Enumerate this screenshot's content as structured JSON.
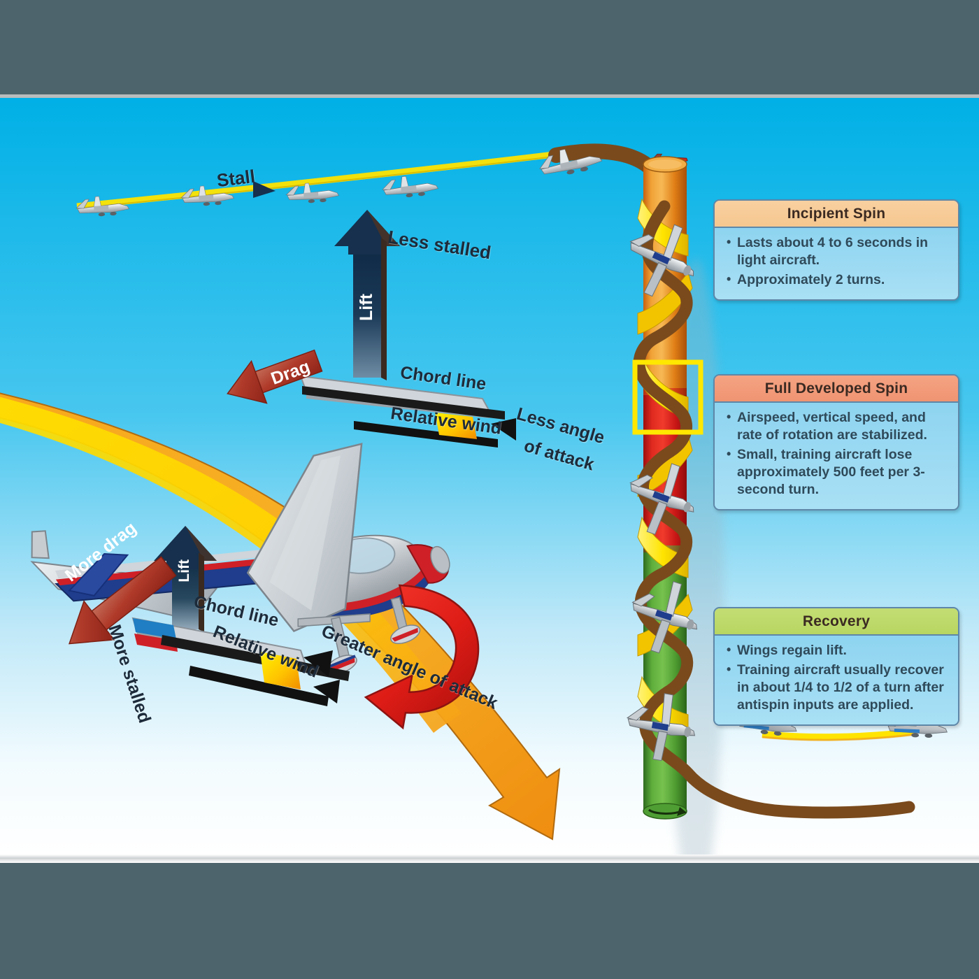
{
  "figure": {
    "title": "Spin entry, development and recovery diagram",
    "background_sky_top": "#00b0e6",
    "background_sky_bottom": "#ffffff",
    "frame_color": "#4e646c"
  },
  "callouts": [
    {
      "id": "incipient",
      "header": "Incipient Spin",
      "header_color": "#f6c78f",
      "bullets": [
        "Lasts about 4 to 6 seconds in light aircraft.",
        "Approximately 2 turns."
      ]
    },
    {
      "id": "full",
      "header": "Full Developed Spin",
      "header_color": "#f09472",
      "bullets": [
        "Airspeed, vertical speed, and rate of rotation are stabilized.",
        "Small, training aircraft lose approximately 500 feet per 3-second turn."
      ]
    },
    {
      "id": "recovery",
      "header": "Recovery",
      "header_color": "#b8d661",
      "bullets": [
        "Wings regain lift.",
        "Training aircraft usually recover in about 1/4 to 1/2 of a turn after antispin inputs are applied."
      ]
    }
  ],
  "labels": {
    "stall": "Stall",
    "less_stalled": "Less stalled",
    "lift_upper": "Lift",
    "lift_lower": "Lift",
    "drag": "Drag",
    "more_drag": "More drag",
    "chord_line_upper": "Chord line",
    "chord_line_lower": "Chord line",
    "relative_wind_upper": "Relative wind",
    "relative_wind_lower": "Relative wind",
    "less_angle_of_attack": "Less angle\nof attack",
    "less_angle_line1": "Less angle",
    "less_angle_line2": "of attack",
    "greater_angle_of_attack": "Greater angle of attack",
    "more_stalled": "More stalled"
  },
  "spin_column": {
    "segments": [
      {
        "name": "incipient",
        "color": "#e8931f"
      },
      {
        "name": "full-developed",
        "color": "#d81f1f"
      },
      {
        "name": "recovery",
        "color": "#4f9e34"
      }
    ],
    "ribbon_color": "#ffe400",
    "path_color": "#7a4a1c",
    "highlight_box_color": "#ffe800"
  },
  "colors": {
    "lift_arrow": "#17314f",
    "drag_arrow": "#b03a2a",
    "rotation_arrow": "#dd1c16",
    "aoa_swoosh_top": "#f5a623",
    "aoa_swoosh_bottom": "#f59c1a",
    "trail_yellow": "#ffe400",
    "fuselage_blue": "#1f3d8c",
    "accent_red": "#cf2027"
  }
}
